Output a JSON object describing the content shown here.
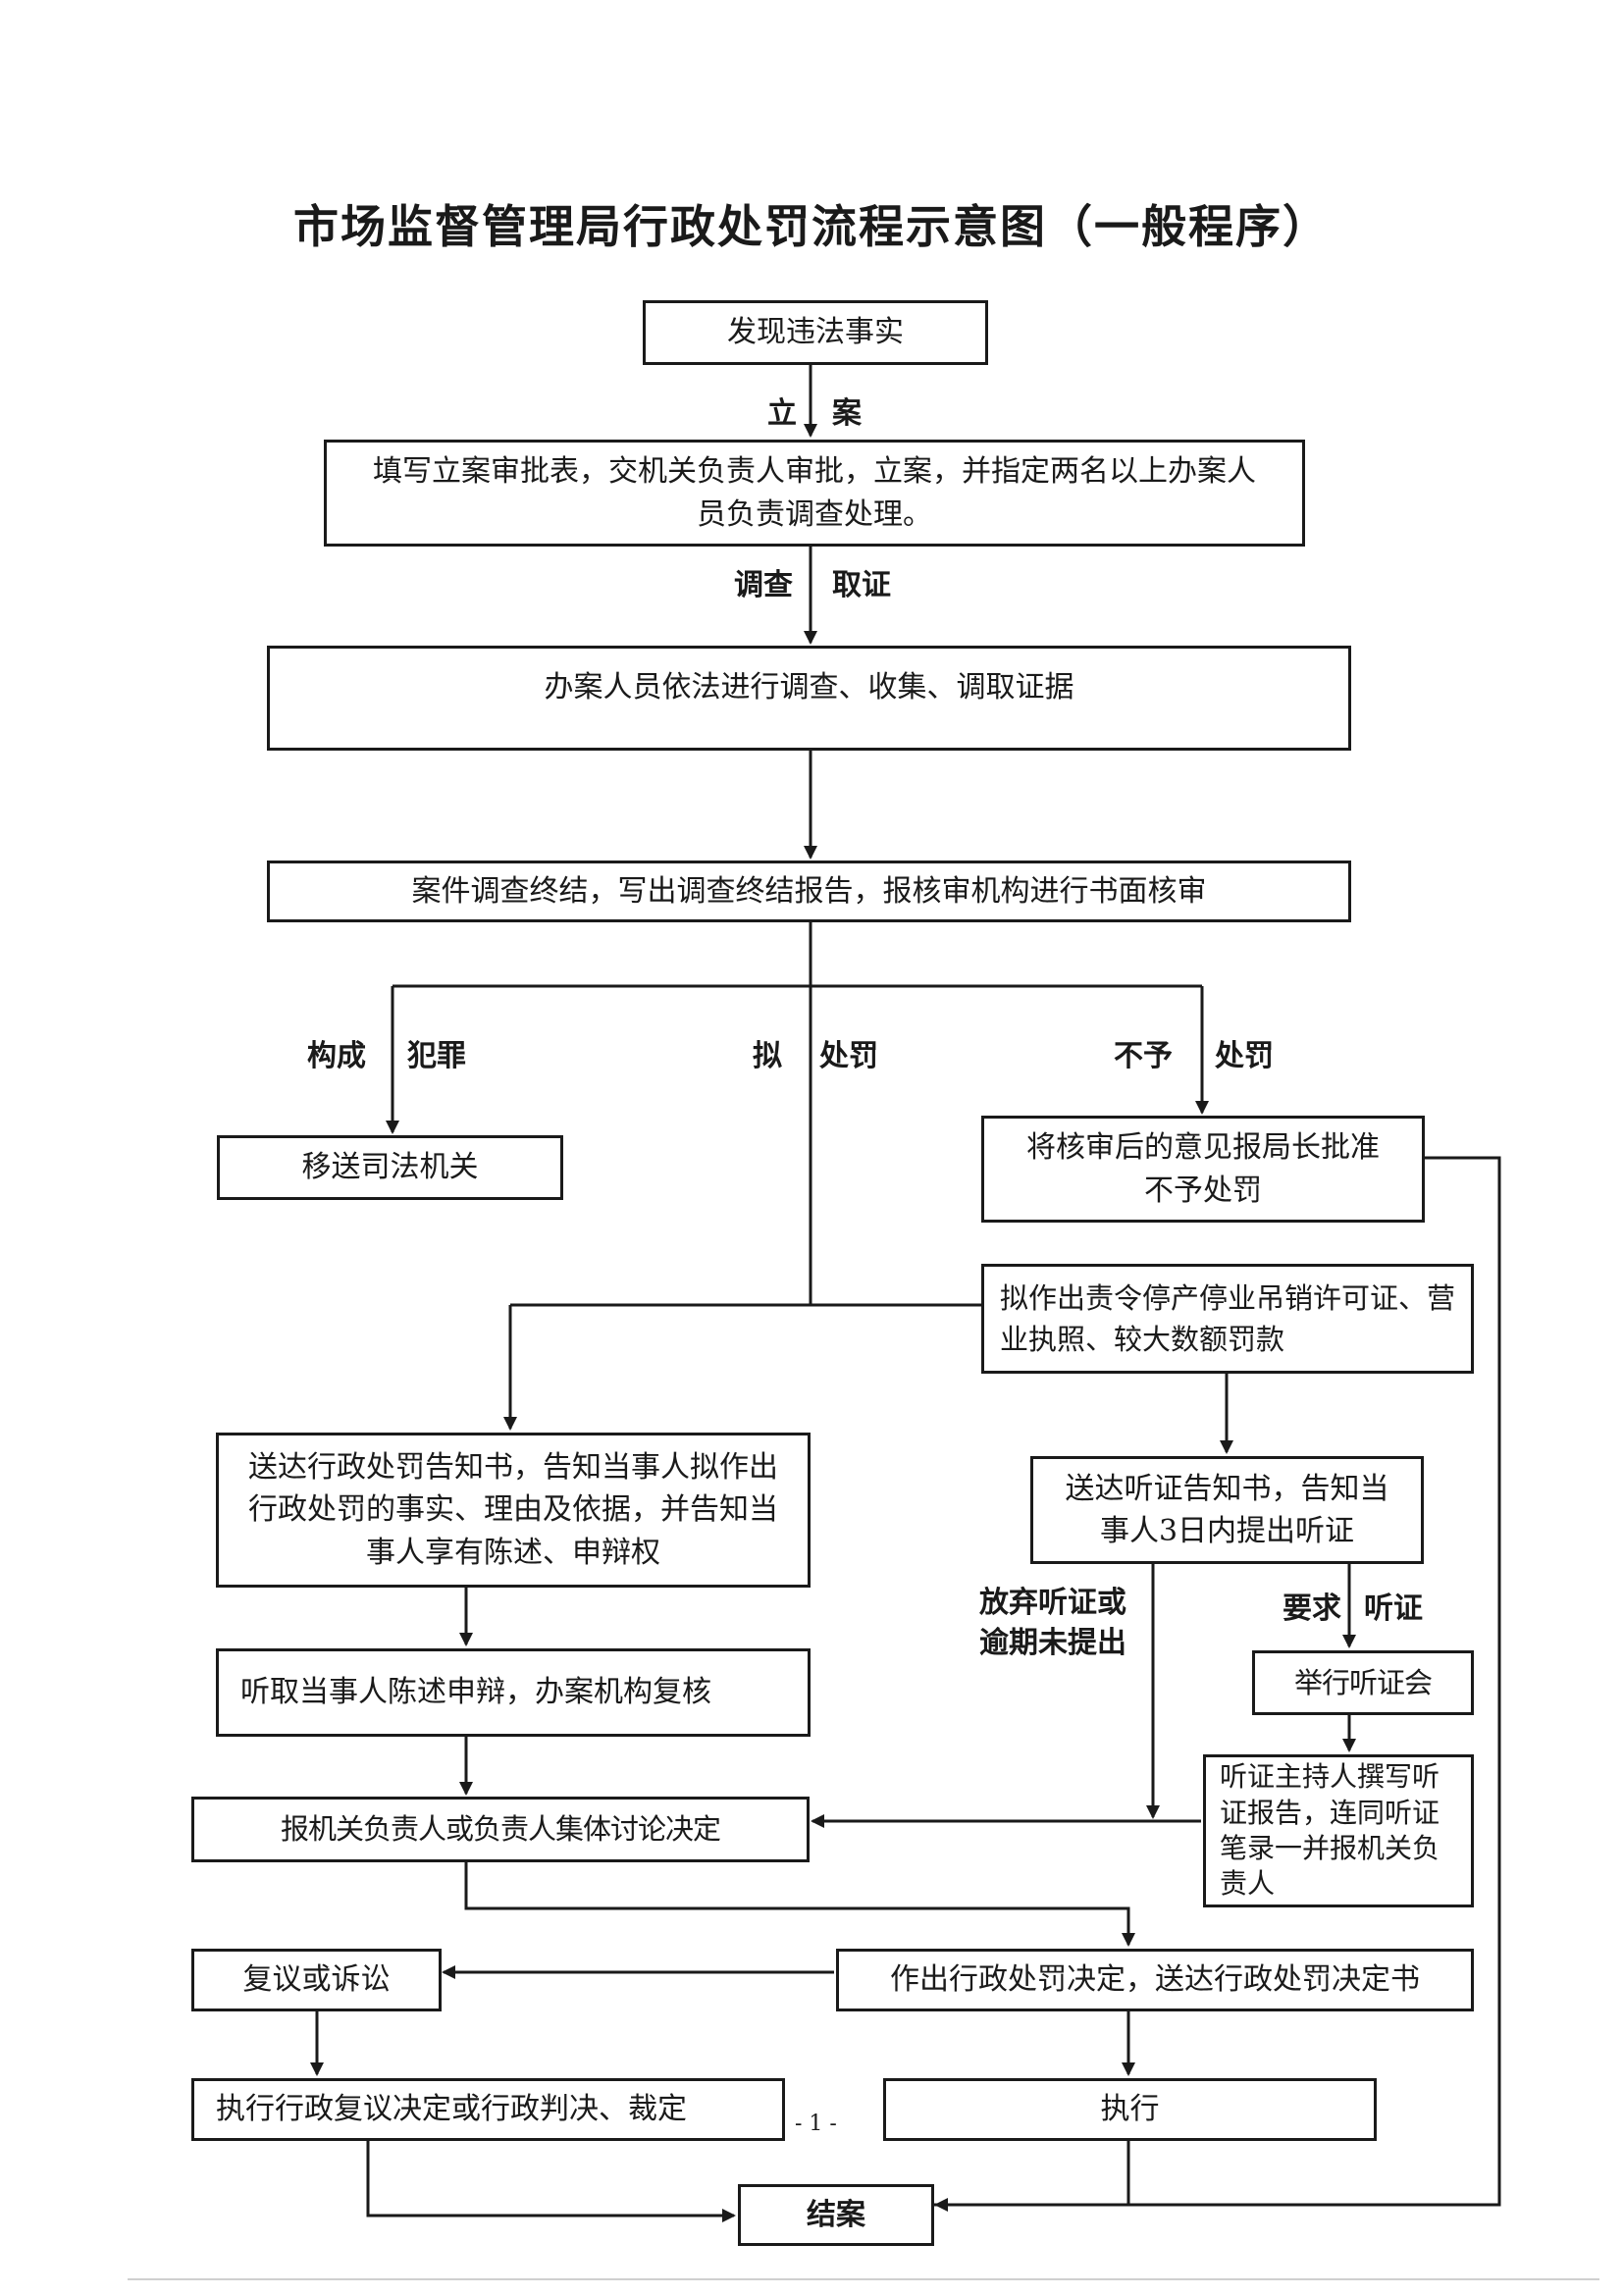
{
  "title": "市场监督管理局行政处罚流程示意图（一般程序）",
  "nodes": {
    "discover": "发现违法事实",
    "register": "填写立案审批表，交机关负责人审批，立案，并指定两名以上办案人员负责调查处理。",
    "investigate": "办案人员依法进行调查、收集、调取证据",
    "report": "案件调查终结，写出调查终结报告，报核审机构进行书面核审",
    "transfer": "移送司法机关",
    "no_penalty": "将核审后的意见报局长批准不予处罚",
    "major_penalty": "拟作出责令停产停业吊销许可证、营业执照、较大数额罚款",
    "notice": "送达行政处罚告知书，告知当事人拟作出行政处罚的事实、理由及依据，并告知当事人享有陈述、申辩权",
    "hearing_notice": "送达听证告知书，告知当事人3日内提出听证",
    "statement": "听取当事人陈述申辩，办案机构复核",
    "hold_hearing": "举行听证会",
    "hearing_report": "听证主持人撰写听证报告，连同听证笔录一并报机关负责人",
    "collective": "报机关负责人或负责人集体讨论决定",
    "review": "复议或诉讼",
    "decision": "作出行政处罚决定，送达行政处罚决定书",
    "enforce_review": "执行行政复议决定或行政判决、裁定",
    "enforce": "执行",
    "close": "结案"
  },
  "labels": {
    "register_a": "立",
    "register_b": "案",
    "investigate_a": "调查",
    "investigate_b": "取证",
    "crime_a": "构成",
    "crime_b": "犯罪",
    "penalty_a": "拟",
    "penalty_b": "处罚",
    "nopenalty_a": "不予",
    "nopenalty_b": "处罚",
    "waive": "放弃听证或逾期未提出",
    "request_a": "要求",
    "request_b": "听证"
  },
  "page_number": "- 1 -"
}
